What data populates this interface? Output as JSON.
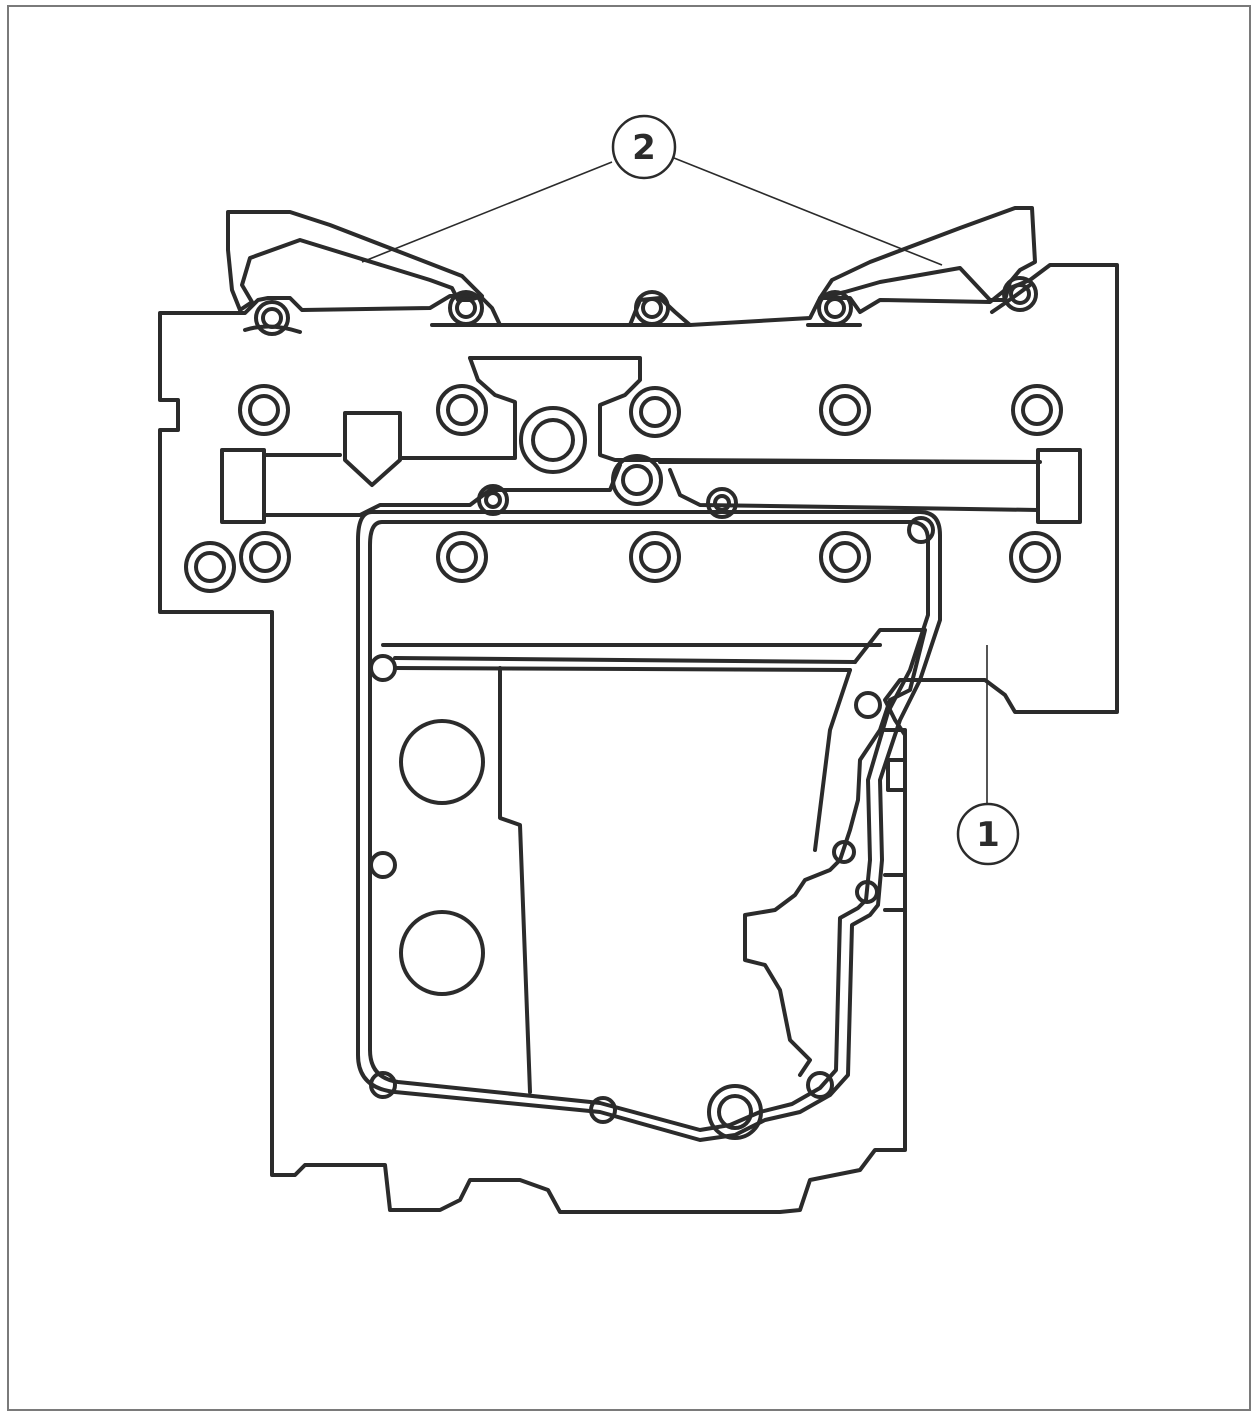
{
  "figure": {
    "callouts": [
      {
        "id": "callout-1",
        "label": "1"
      },
      {
        "id": "callout-2",
        "label": "2"
      }
    ],
    "colors": {
      "line": "#2b2b2b",
      "frame": "#7a7a7a",
      "background": "#ffffff"
    }
  }
}
